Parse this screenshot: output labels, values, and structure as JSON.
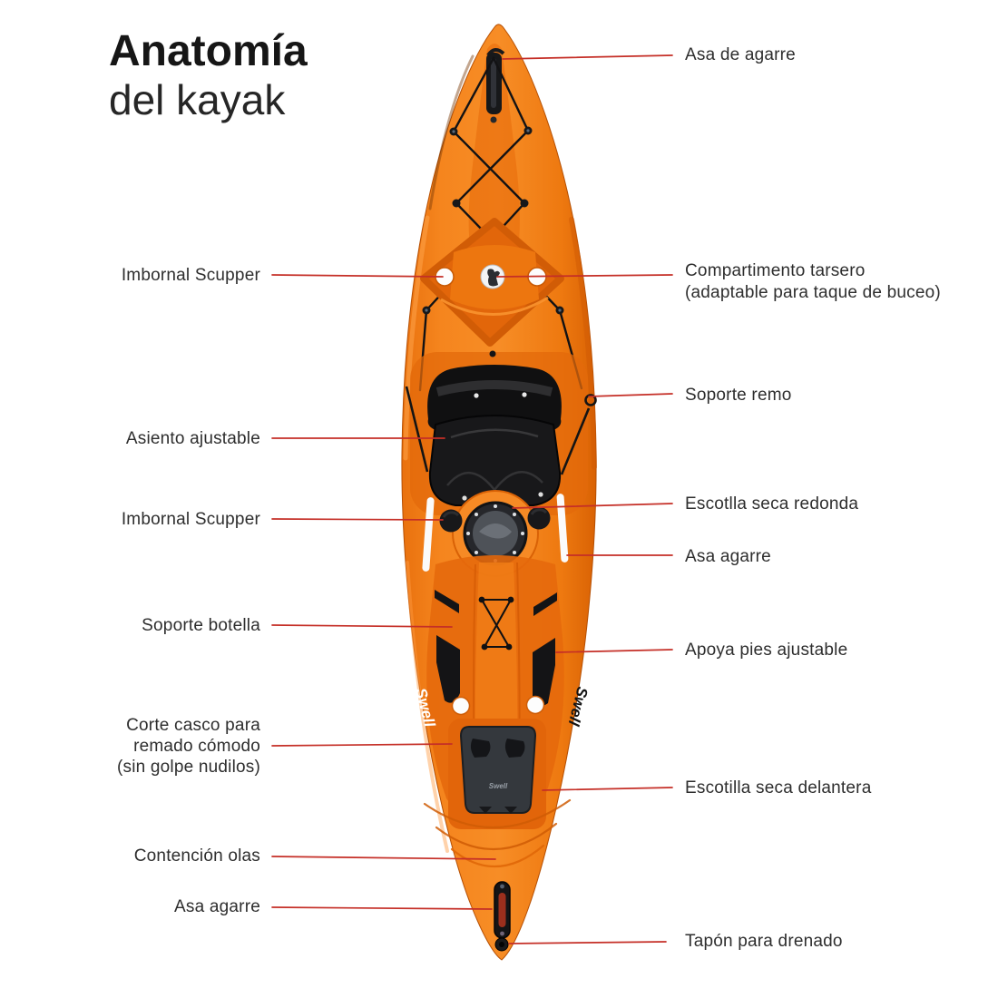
{
  "title": {
    "line1": "Anatomía",
    "line2": "del kayak"
  },
  "brand": "Swell",
  "colors": {
    "accent_line": "#c52f27",
    "kayak_orange": "#f1821e",
    "text": "#2e2e2e"
  },
  "labels": {
    "left": [
      {
        "text": "Imbornal Scupper"
      },
      {
        "text": "Asiento ajustable"
      },
      {
        "text": "Imbornal Scupper"
      },
      {
        "text": "Soporte botella"
      },
      {
        "text": "Corte casco para\nremado cómodo\n(sin golpe nudilos)"
      },
      {
        "text": "Contención olas"
      },
      {
        "text": "Asa agarre"
      }
    ],
    "right": [
      {
        "text": "Asa de agarre"
      },
      {
        "text": "Compartimento tarsero\n(adaptable para taque de buceo)"
      },
      {
        "text": "Soporte remo"
      },
      {
        "text": "Escotlla seca redonda"
      },
      {
        "text": "Asa agarre"
      },
      {
        "text": "Apoya pies ajustable"
      },
      {
        "text": "Escotilla seca delantera"
      },
      {
        "text": "Tapón para drenado"
      }
    ]
  }
}
